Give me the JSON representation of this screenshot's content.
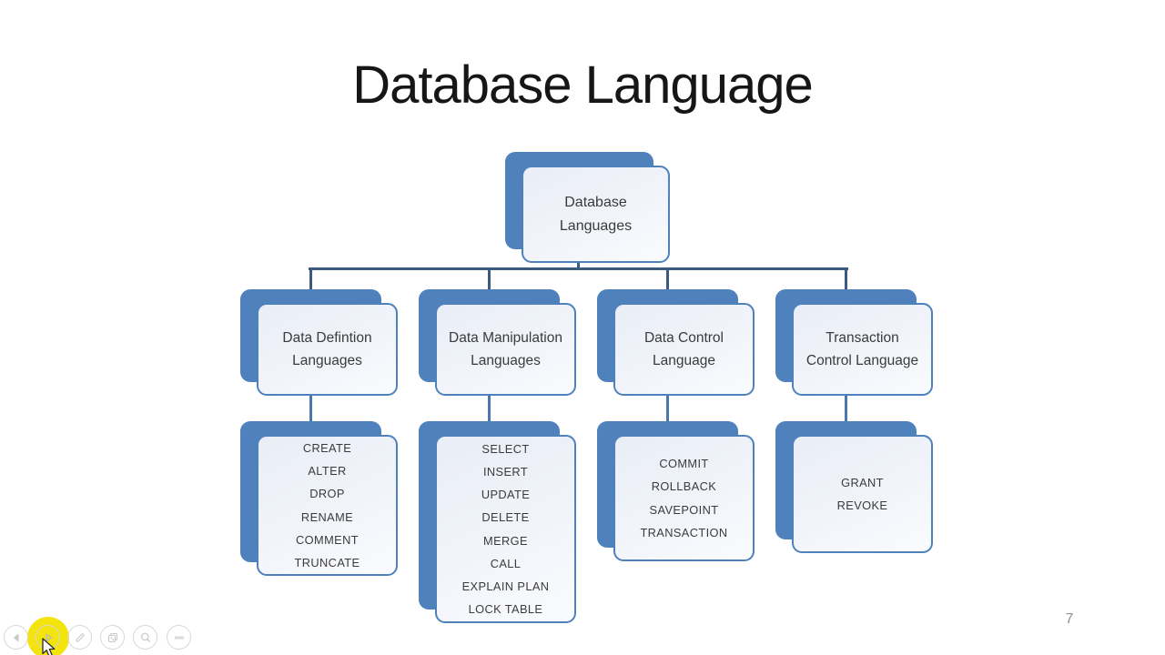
{
  "slide": {
    "title": "Database Language",
    "page_number": "7"
  },
  "diagram": {
    "root_label": "Database\nLanguages",
    "branches": [
      {
        "label": "Data Defintion Languages",
        "items": [
          "CREATE",
          "ALTER",
          "DROP",
          "RENAME",
          "COMMENT",
          "TRUNCATE"
        ]
      },
      {
        "label": "Data Manipulation Languages",
        "items": [
          "SELECT",
          "INSERT",
          "UPDATE",
          "DELETE",
          "MERGE",
          "CALL",
          "EXPLAIN PLAN",
          "LOCK TABLE"
        ]
      },
      {
        "label": "Data Control Language",
        "items": [
          "COMMIT",
          "ROLLBACK",
          "SAVEPOINT",
          "TRANSACTION"
        ]
      },
      {
        "label": "Transaction Control Language",
        "items": [
          "GRANT",
          "REVOKE"
        ]
      }
    ],
    "colors": {
      "shape_blue": "#4f81bd",
      "shape_fill": "#edf0f8",
      "connector_dark": "#3a5a7e",
      "connector_light": "#4a77ad",
      "text": "#3b3b3b"
    }
  },
  "player": {
    "highlight_color": "#f2e40c",
    "controls": [
      {
        "icon": "previous-icon"
      },
      {
        "icon": "play-icon",
        "highlighted": true
      },
      {
        "icon": "pen-icon"
      },
      {
        "icon": "slides-icon"
      },
      {
        "icon": "magnifier-icon"
      },
      {
        "icon": "more-icon"
      }
    ]
  }
}
